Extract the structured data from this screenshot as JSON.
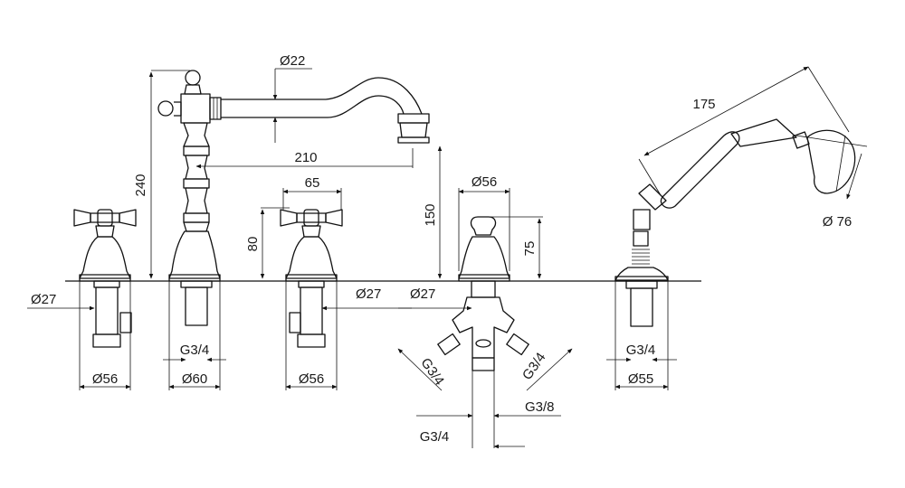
{
  "drawing": {
    "line_color": "#111111",
    "background": "#ffffff",
    "above_deck": {
      "spout_height": "240",
      "spout_diameter": "Ø22",
      "spout_reach": "210",
      "spout_outlet_height": "150",
      "handle_spread": "65",
      "handle_height": "80",
      "diverter_diameter": "Ø56",
      "diverter_height": "75",
      "hose_length": "175",
      "shower_diameter": "Ø 76"
    },
    "below_deck": {
      "left_valve_shank": "Ø27",
      "left_valve_flange": "Ø56",
      "spout_thread": "G3/4",
      "spout_flange": "Ø60",
      "right_valve_shank": "Ø27",
      "right_valve_flange": "Ø56",
      "diverter_shank": "Ø27",
      "diverter_left_thread": "G3/4",
      "diverter_right_thread": "G3/4",
      "diverter_bottom_thread": "G3/4",
      "diverter_small_thread": "G3/8",
      "shower_thread": "G3/4",
      "shower_flange": "Ø55"
    }
  }
}
